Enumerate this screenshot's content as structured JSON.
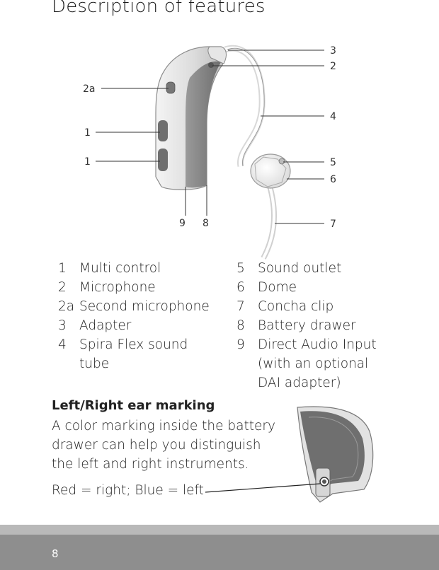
{
  "page": {
    "title": "Description of features",
    "number": "8"
  },
  "figure": {
    "callouts": [
      "3",
      "2",
      "2a",
      "4",
      "1",
      "1",
      "5",
      "6",
      "9",
      "8",
      "7"
    ]
  },
  "legend": {
    "left": [
      {
        "num": "1",
        "text": "Multi control"
      },
      {
        "num": "2",
        "text": "Microphone"
      },
      {
        "num": "2a",
        "text": "Second microphone"
      },
      {
        "num": "3",
        "text": "Adapter"
      },
      {
        "num": "4",
        "text": "Spira Flex sound tube"
      }
    ],
    "right": [
      {
        "num": "5",
        "text": "Sound outlet"
      },
      {
        "num": "6",
        "text": "Dome"
      },
      {
        "num": "7",
        "text": "Concha clip"
      },
      {
        "num": "8",
        "text": "Battery drawer"
      },
      {
        "num": "9",
        "text": "Direct Audio Input (with an optional DAI adapter)"
      }
    ]
  },
  "ear_marking": {
    "heading": "Left/Right ear marking",
    "body": "A color marking inside the battery drawer can help you distinguish the left and right instruments.",
    "note": "Red = right; Blue = left"
  }
}
